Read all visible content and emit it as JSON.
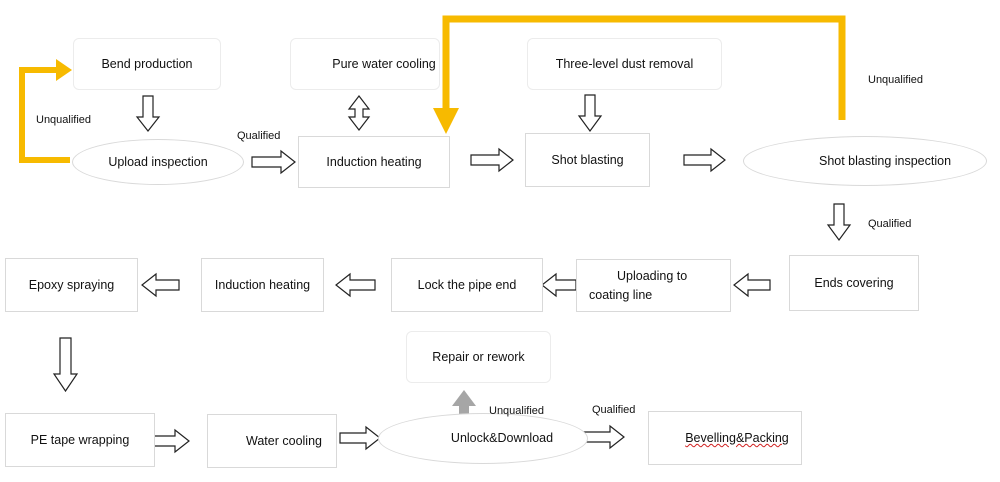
{
  "colors": {
    "feedback_arrow": "#F7BA00",
    "rework_arrow": "#A6A6A6",
    "node_border": "#D9D9D9",
    "text": "#111111"
  },
  "nodes": {
    "bend_production": "Bend production",
    "pure_water_cooling": "Pure water cooling",
    "three_level_dust_removal": "Three-level dust removal",
    "upload_inspection": "Upload  inspection",
    "induction_heating_1": "Induction heating",
    "shot_blasting": "Shot blasting",
    "shot_blasting_inspection": "Shot blasting inspection",
    "ends_covering": "Ends covering",
    "uploading_line1": "Uploading to",
    "uploading_line2": "coating line",
    "lock_pipe_end": "Lock the pipe end",
    "induction_heating_2": "Induction heating",
    "epoxy_spraying": "Epoxy spraying",
    "pe_tape_wrapping": "PE tape wrapping",
    "water_cooling": "Water cooling",
    "unlock_download": "Unlock&Download",
    "repair_or_rework": "Repair or rework",
    "bevelling_packing": "Bevelling&Packing"
  },
  "labels": {
    "unqualified_left": "Unqualified",
    "qualified_upload": "Qualified",
    "unqualified_top_right": "Unqualified",
    "qualified_right": "Qualified",
    "unqualified_bottom": "Unqualified",
    "qualified_bottom": "Qualified"
  }
}
